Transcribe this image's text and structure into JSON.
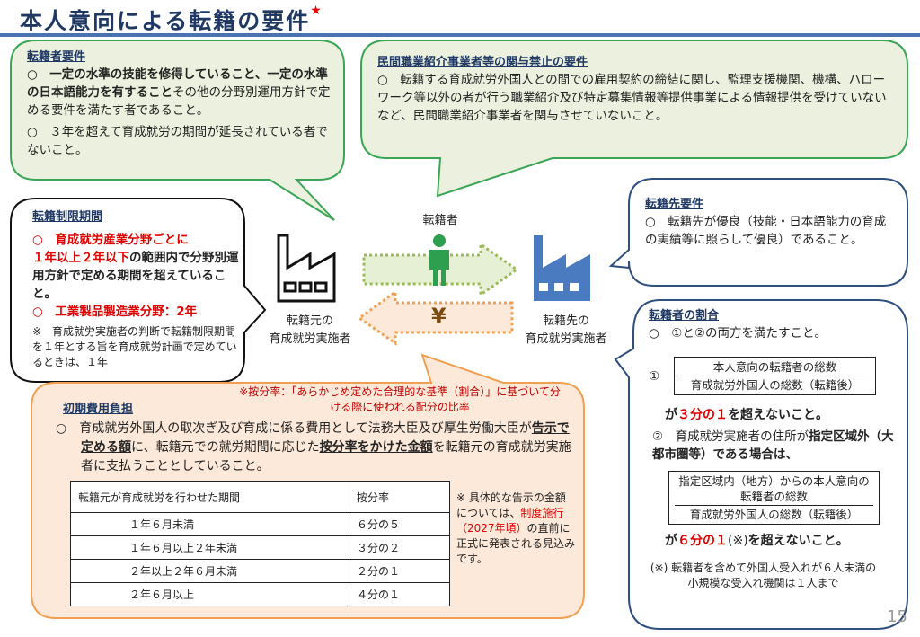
{
  "title": "本人意向による転籍の要件",
  "title_mark": "★",
  "transferee_req": {
    "heading": "転籍者要件",
    "item1_bold": "○　一定の水準の技能を修得していること、一定の水準の日本語能力を有すること",
    "item1_rest": "その他の分野別運用方針で定める要件を満たす者であること。",
    "item2": "○　３年を超えて育成就労の期間が延長されている者でないこと。"
  },
  "private_agency": {
    "heading": "民間職業紹介事業者等の関与禁止の要件",
    "text": "○　転籍する育成就労外国人との間での雇用契約の締結に関し、監理支援機関、機構、ハローワーク等以外の者が行う職業紹介及び特定募集情報等提供事業による情報提供を受けていないなど、民間職業紹介事業者を関与させていないこと。"
  },
  "restriction": {
    "heading": "転籍制限期間",
    "item1_red1": "○　育成就労産業分野ごとに",
    "item1_red2": "１年以上２年以下",
    "item1_rest": "の範囲内で分野別運用方針で定める期間を超えていること。",
    "item2": "○　工業製品製造業分野：2年",
    "note": "※　育成就労実施者の判断で転籍制限期間を１年とする旨を育成就労計画で定めているときは、１年"
  },
  "center": {
    "person_label": "転籍者",
    "from_label1": "転籍元の",
    "from_label2": "育成就労実施者",
    "to_label1": "転籍先の",
    "to_label2": "育成就労実施者",
    "yen": "¥"
  },
  "dest_req": {
    "heading": "転籍先要件",
    "text": "○　転籍先が優良（技能・日本語能力の育成の実績等に照らして優良）であること。"
  },
  "ratio": {
    "heading": "転籍者の割合",
    "intro": "○　①と②の両方を満たすこと。",
    "n1": "①",
    "f1_num": "本人意向の転籍者の総数",
    "f1_den": "育成就労外国人の総数（転籍後）",
    "c1_pre": "が",
    "c1_red": "３分の１",
    "c1_post": "を超えないこと。",
    "n2_text": "②　育成就労実施者の住所が",
    "n2_bold": "指定区域外（大都市圏等）である場合は、",
    "f2_num": "指定区域内（地方）からの本人意向の転籍者の総数",
    "f2_den": "育成就労外国人の総数（転籍後）",
    "c2_pre": "が",
    "c2_red": "６分の１",
    "c2_mark": "(※)",
    "c2_post": "を超えないこと。",
    "note": "(※) 転籍者を含めて外国人受入れが６人未満の小規模な受入れ機関は１人まで"
  },
  "initial_cost": {
    "heading": "初期費用負担",
    "def_note": "※按分率：「あらかじめ定めた合理的な基準（割合）」に基づいて分ける際に使われる配分の比率",
    "t1": "○　育成就労外国人の取次ぎ及び育成に係る費用として法務大臣及び厚生労働大臣が",
    "t2": "告示で定める額",
    "t3": "に、転籍元での就労期間に応じた",
    "t4": "按分率をかけた金額",
    "t5": "を転籍元の育成就労実施者に支払うこととしていること。",
    "table": {
      "headers": [
        "転籍元が育成就労を行わせた期間",
        "按分率"
      ],
      "rows": [
        [
          "１年６月未満",
          "６分の５"
        ],
        [
          "１年６月以上２年未満",
          "３分の２"
        ],
        [
          "２年以上２年６月未満",
          "２分の１"
        ],
        [
          "２年６月以上",
          "４分の１"
        ]
      ]
    },
    "side_note1": "※ 具体的な告示の金額については、",
    "side_note_red": "制度施行（2027年頃）",
    "side_note2": "の直前に正式に発表される見込みです。"
  },
  "page_number": "15",
  "colors": {
    "green_fill": "#ebf1de",
    "green_border": "#3aa655",
    "orange_fill": "#fde9d9",
    "orange_border": "#f0a050",
    "navy": "#1f3864",
    "blue_border": "#2f4f7f",
    "red": "#e00000"
  }
}
